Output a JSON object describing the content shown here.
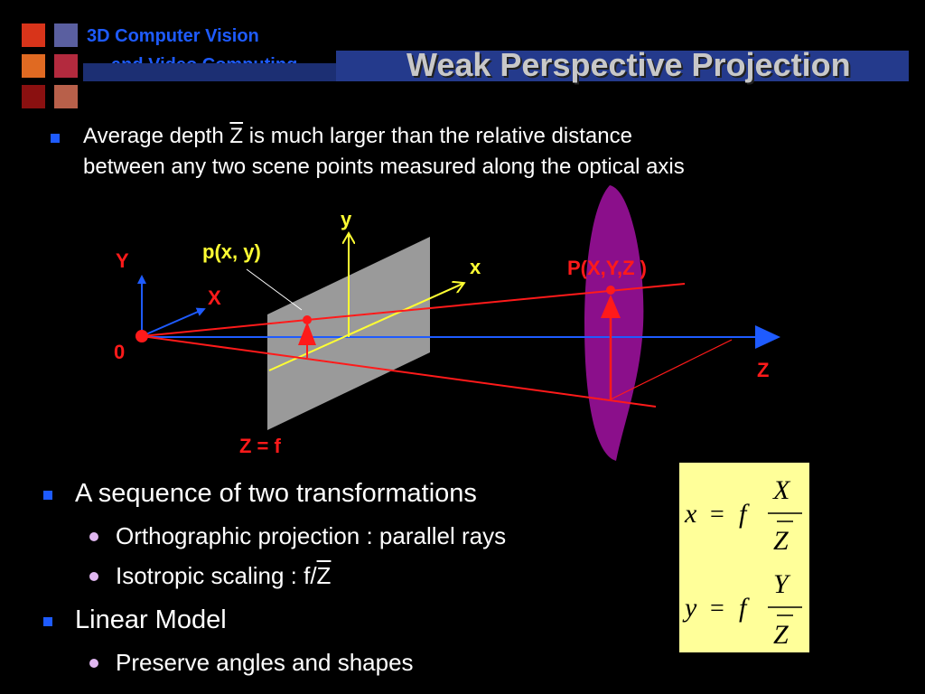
{
  "header": {
    "course_line1": "3D Computer Vision",
    "course_line2": "and Video Computing",
    "title": "Weak Perspective Projection"
  },
  "intro": {
    "text_before": "Average depth ",
    "zbar": "Z",
    "text_after": " is much larger than the relative distance",
    "line2": "between any two scene points measured along the optical axis"
  },
  "diagram": {
    "label_y_axis": "Y",
    "label_x_axis": "X",
    "label_origin": "0",
    "label_z_axis": "Z",
    "label_image_y": "y",
    "label_image_x": "x",
    "label_image_point": "p(x, y)",
    "label_world_point": "P(X,Y,Z )",
    "label_image_plane": "Z = f"
  },
  "bullets": {
    "b1": "A sequence of two transformations",
    "b1_1": "Orthographic projection : parallel rays",
    "b1_2_prefix": "Isotropic scaling : f/",
    "b1_2_z": "Z",
    "b2": "Linear Model",
    "b2_1": "Preserve angles and shapes"
  },
  "formula": {
    "x_lhs": "x",
    "y_lhs": "y",
    "equals": "=",
    "f": "f",
    "x_num": "X",
    "y_num": "Y",
    "den": "Z"
  },
  "colors": {
    "accent_blue": "#1e5bff",
    "red": "#ff1a1a",
    "yellow": "#ffff33",
    "purple": "#8b0f8b",
    "formula_bg": "#ffff99"
  }
}
